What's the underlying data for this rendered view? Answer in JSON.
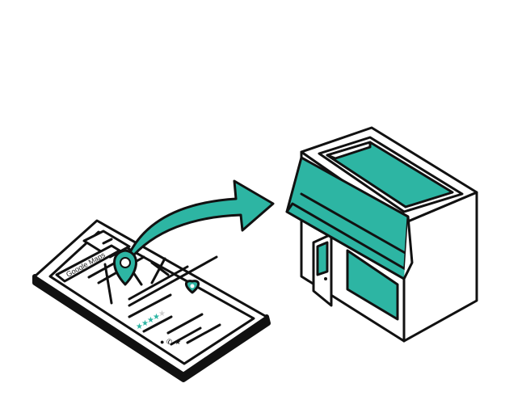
{
  "illustration": {
    "phone": {
      "search_label": "Google Maps",
      "rating_stars_filled": 4,
      "rating_stars_total": 5
    },
    "colors": {
      "accent": "#2db5a3",
      "outline": "#111111",
      "background": "#ffffff"
    }
  }
}
